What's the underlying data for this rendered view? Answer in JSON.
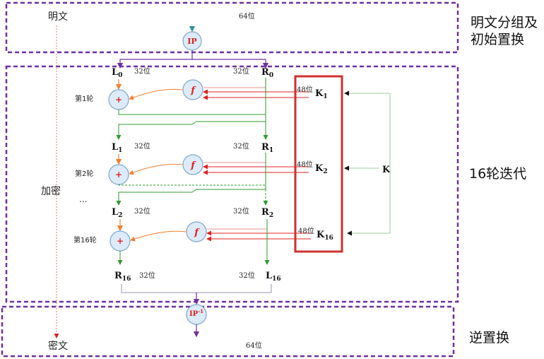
{
  "colors": {
    "frame": "#7030a0",
    "key_box": "#d03030",
    "node_fill": "#dcebf7",
    "node_stroke": "#7fa7cf",
    "red": "#e02020",
    "green": "#2e9b2e",
    "orange": "#f08030",
    "pink": "#f09090",
    "flow": "#e07070"
  },
  "sections": {
    "initial": "明文分组及初始置换",
    "initial_line1": "明文分组及",
    "initial_line2": "初始置换",
    "rounds": "16轮迭代",
    "final": "逆置换"
  },
  "top": {
    "plaintext": "明文",
    "bits64": "64位",
    "ip": "IP"
  },
  "left_labels": {
    "encrypt": "加密",
    "ellipsis": "...",
    "ciphertext": "密文"
  },
  "rounds": [
    {
      "round_label": "第1轮",
      "L": "L",
      "L_sub": "0",
      "R": "R",
      "R_sub": "0",
      "bits": "32位",
      "key": "K",
      "key_sub": "1",
      "key_bits": "48位",
      "f": "f",
      "plus": "+"
    },
    {
      "round_label": "第2轮",
      "L": "L",
      "L_sub": "1",
      "R": "R",
      "R_sub": "1",
      "bits": "32位",
      "key": "K",
      "key_sub": "2",
      "key_bits": "48位",
      "f": "f",
      "plus": "+"
    },
    {
      "round_label": "第16轮",
      "L": "L",
      "L_sub": "2",
      "R": "R",
      "R_sub": "2",
      "bits": "32位",
      "key": "K",
      "key_sub": "16",
      "key_bits": "48位",
      "f": "f",
      "plus": "+"
    }
  ],
  "final_lr": {
    "L": "R",
    "L_sub": "16",
    "R": "L",
    "R_sub": "16",
    "bits": "32位"
  },
  "key": {
    "label": "K"
  },
  "bottom": {
    "ip_inv": "IP",
    "ip_inv_sup": "-1",
    "bits64": "64位"
  }
}
